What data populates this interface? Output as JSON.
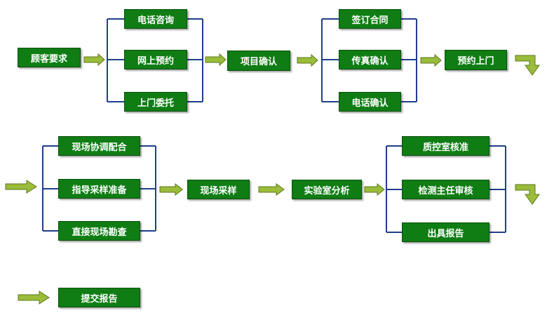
{
  "colors": {
    "box_fill": "#0f7d14",
    "box_border": "#0a4f0c",
    "line": "#1f3f8a",
    "arrow": "#9bbb3a",
    "arrow_outline": "#5a7a1a"
  },
  "row1": {
    "start": "顾客要求",
    "contact_options": [
      "电话咨询",
      "网上预约",
      "上门委托"
    ],
    "confirm": "项目确认",
    "agreement_options": [
      "签订合同",
      "传真确认",
      "电话确认"
    ],
    "visit": "预约上门"
  },
  "row2": {
    "prep_options": [
      "现场协调配合",
      "指导采样准备",
      "直接现场勘查"
    ],
    "sampling": "现场采样",
    "analysis": "实验室分析",
    "review_options": [
      "质控室核准",
      "检测主任审核",
      "出具报告"
    ]
  },
  "row3": {
    "submit": "提交报告"
  },
  "icons": [
    "right-arrow-icon",
    "bent-down-arrow-icon"
  ]
}
